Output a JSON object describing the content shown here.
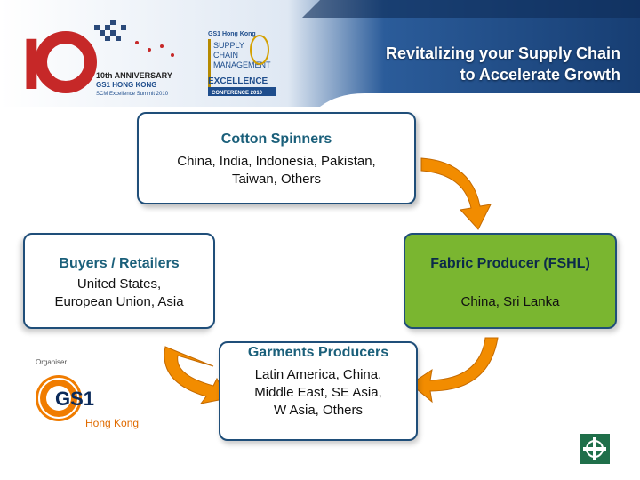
{
  "header": {
    "anniversary_lines": [
      "10th ANNIVERSARY",
      "GS1 HONG KONG",
      "SCM Excellence Summit 2010"
    ],
    "conference_logo_lines": [
      "GS1 Hong Kong",
      "SUPPLY",
      "CHAIN",
      "MANAGEMENT",
      "EXCELLENCE",
      "CONFERENCE 2010"
    ],
    "title_line1": "Revitalizing your Supply Chain",
    "title_line2": "to Accelerate Growth"
  },
  "nodes": {
    "cotton": {
      "heading": "Cotton Spinners",
      "line1": "China, India, Indonesia, Pakistan,",
      "line2": "Taiwan, Others"
    },
    "fabric": {
      "heading": "Fabric Producer (FSHL)",
      "line1": "China, Sri Lanka"
    },
    "garments": {
      "heading": "Garments Producers",
      "line1": "Latin America, China,",
      "line2": "Middle East, SE Asia,",
      "line3": "W Asia, Others"
    },
    "buyers": {
      "heading": "Buyers / Retailers",
      "line1": "United States,",
      "line2": "European Union, Asia"
    }
  },
  "organiser": {
    "label": "Organiser",
    "logo_text": "GS1",
    "name": "Hong Kong"
  },
  "colors": {
    "banner": "#1e4d8c",
    "arrow": "#f28c00",
    "fabric_fill": "#7ab630",
    "box_border": "#1f4e79"
  }
}
